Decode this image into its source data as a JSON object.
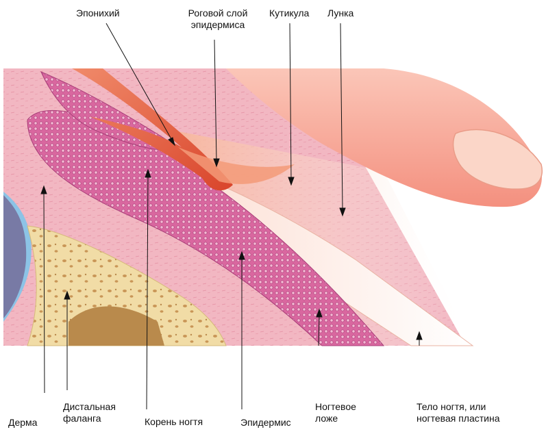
{
  "labels": {
    "eponychium": "Эпонихий",
    "stratum_corneum_line1": "Роговой слой",
    "stratum_corneum_line2": "эпидермиса",
    "cuticle": "Кутикула",
    "lunula": "Лунка",
    "dermis": "Дерма",
    "distal_phalanx_line1": "Дистальная",
    "distal_phalanx_line2": "фаланга",
    "nail_root": "Корень ногтя",
    "epidermis": "Эпидермис",
    "nail_bed_line1": "Ногтевое",
    "nail_bed_line2": "ложе",
    "nail_body_line1": "Тело ногтя, или",
    "nail_body_line2": "ногтевая пластина"
  },
  "colors": {
    "dermis": "#f2b7c2",
    "epidermis": "#d9679f",
    "bone": "#f1dca6",
    "marrow": "#b98a4c",
    "cartilage_blue": "#8cc3e6",
    "horny_layer": "#e8603f",
    "finger_skin": "#f8a79a",
    "nail_plate": "#fde6dc"
  }
}
